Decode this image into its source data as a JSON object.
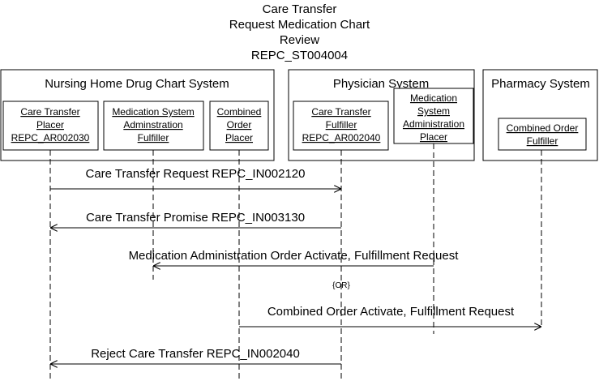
{
  "title": {
    "lines": [
      "Care Transfer",
      "Request Medication Chart",
      "Review",
      "REPC_ST004004"
    ]
  },
  "systems": [
    {
      "id": "nursing",
      "label": "Nursing Home Drug Chart System"
    },
    {
      "id": "physician",
      "label": "Physician System"
    },
    {
      "id": "pharmacy",
      "label": "Pharmacy System"
    }
  ],
  "objects": [
    {
      "id": "ct_placer",
      "lines": [
        "Care Transfer",
        "Placer",
        "REPC_AR002030"
      ]
    },
    {
      "id": "msa_fulfiller",
      "lines": [
        "Medication System",
        "Adminstration",
        "Fulfiller"
      ]
    },
    {
      "id": "co_placer",
      "lines": [
        "Combined",
        "Order",
        "Placer"
      ]
    },
    {
      "id": "ct_fulfiller",
      "lines": [
        "Care Transfer",
        "Fulfiller",
        "REPC_AR002040"
      ]
    },
    {
      "id": "msa_placer",
      "lines": [
        "Medication",
        "System",
        "Administration",
        "Placer"
      ]
    },
    {
      "id": "co_fulfiller",
      "lines": [
        "Combined Order",
        "Fulfiller"
      ]
    }
  ],
  "messages": [
    {
      "label": "Care Transfer Request REPC_IN002120",
      "from": "ct_placer",
      "to": "ct_fulfiller"
    },
    {
      "label": "Care Transfer Promise REPC_IN003130",
      "from": "ct_fulfiller",
      "to": "ct_placer"
    },
    {
      "label": "Medication Administration Order Activate, Fulfillment Request",
      "from": "msa_placer",
      "to": "msa_fulfiller"
    },
    {
      "label": "Combined Order Activate, Fulfillment Request",
      "from": "co_placer",
      "to": "co_fulfiller"
    },
    {
      "label": "Reject Care Transfer REPC_IN002040",
      "from": "ct_fulfiller",
      "to": "ct_placer"
    }
  ],
  "or_label": "{OR}"
}
